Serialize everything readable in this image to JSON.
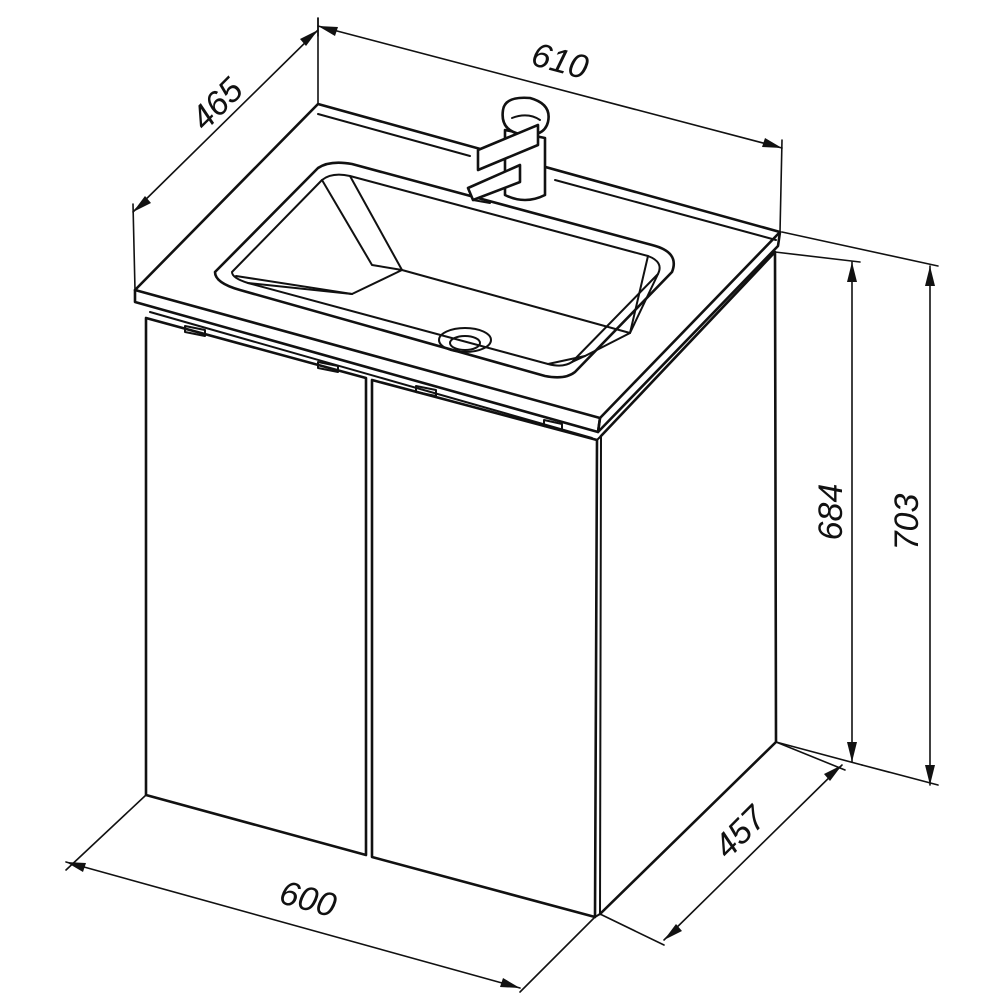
{
  "dimensions": {
    "top_width": "610",
    "top_depth": "465",
    "cabinet_height": "684",
    "total_height": "703",
    "bottom_depth": "457",
    "bottom_width": "600"
  },
  "colors": {
    "line": "#111111",
    "background": "#ffffff"
  }
}
